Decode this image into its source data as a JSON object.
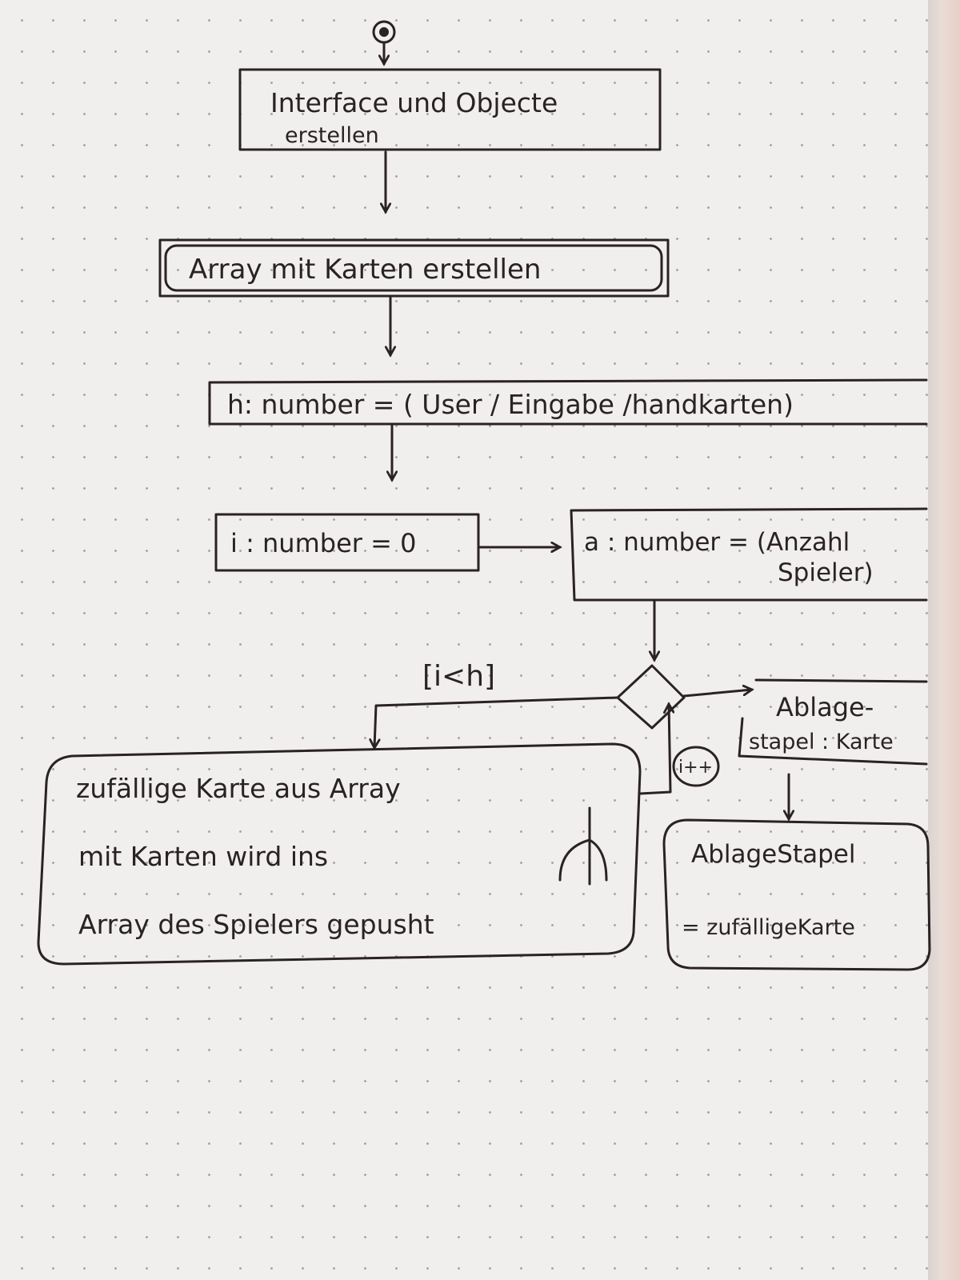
{
  "nodes": {
    "init": "Interface und Objecte",
    "init_line2": "erstellen",
    "array": "Array mit Karten erstellen",
    "h": "h: number = ( User / Eingabe /handkarten)",
    "i": "i : number = 0",
    "a": "a : number = (Anzahl",
    "a_line2": "Spieler)",
    "push_line1": "zufällige Karte aus Array",
    "push_line2": "mit Karten wird ins",
    "push_line3": "Array des Spielers gepusht",
    "ablage_line1": "Ablage-",
    "ablage_line2": "stapel : Karte",
    "assign_line1": "AblageStapel",
    "assign_line2": "= zufälligeKarte"
  },
  "edges": {
    "guard": "[i<h]",
    "increment": "i++"
  }
}
